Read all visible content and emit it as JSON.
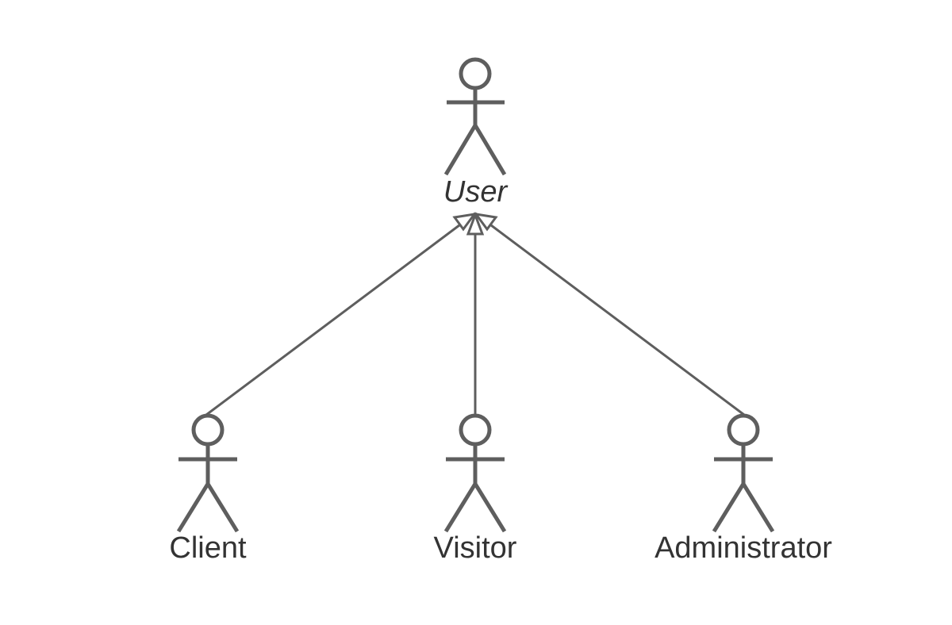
{
  "diagram": {
    "type": "uml-use-case-actor-generalization",
    "colors": {
      "stroke": "#5e5e5e",
      "text": "#333333",
      "background": "#ffffff"
    },
    "actors": [
      {
        "id": "user",
        "name": "User",
        "abstract": true
      },
      {
        "id": "client",
        "name": "Client",
        "abstract": false
      },
      {
        "id": "visitor",
        "name": "Visitor",
        "abstract": false
      },
      {
        "id": "administrator",
        "name": "Administrator",
        "abstract": false
      }
    ],
    "generalizations": [
      {
        "child": "client",
        "parent": "user"
      },
      {
        "child": "visitor",
        "parent": "user"
      },
      {
        "child": "administrator",
        "parent": "user"
      }
    ]
  }
}
